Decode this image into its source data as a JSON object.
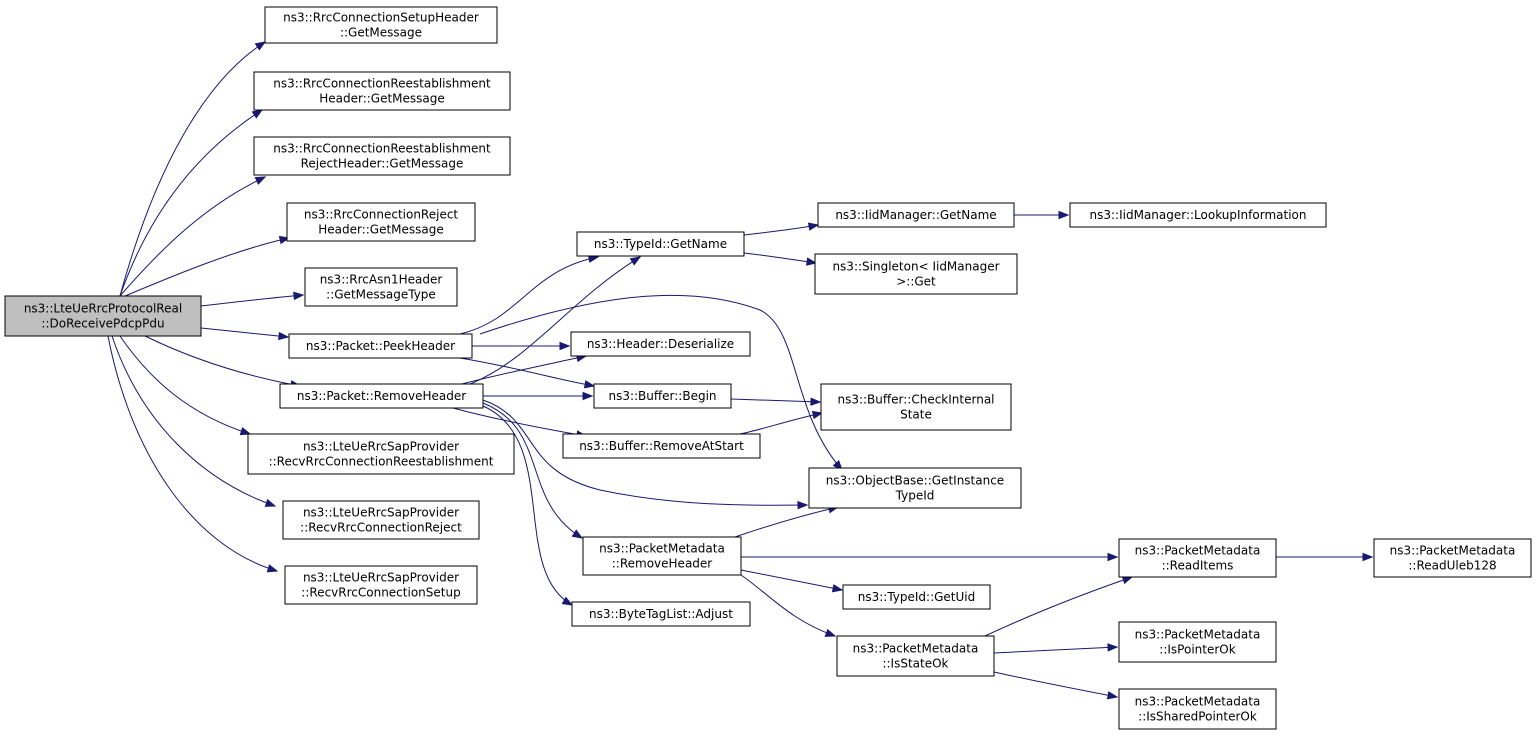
{
  "colors": {
    "edge": "#191970",
    "node_fill": "#ffffff",
    "root_fill": "#bfbfbf",
    "node_border": "#000000"
  },
  "nodes": [
    {
      "id": "root",
      "lines": [
        "ns3::LteUeRrcProtocolReal",
        "::DoReceivePdcpPdu"
      ],
      "highlight": true
    },
    {
      "id": "setup_hdr",
      "lines": [
        "ns3::RrcConnectionSetupHeader",
        "::GetMessage"
      ]
    },
    {
      "id": "reest_hdr",
      "lines": [
        "ns3::RrcConnectionReestablishment",
        "Header::GetMessage"
      ]
    },
    {
      "id": "reest_rej_hdr",
      "lines": [
        "ns3::RrcConnectionReestablishment",
        "RejectHeader::GetMessage"
      ]
    },
    {
      "id": "reject_hdr",
      "lines": [
        "ns3::RrcConnectionReject",
        "Header::GetMessage"
      ]
    },
    {
      "id": "asn1_type",
      "lines": [
        "ns3::RrcAsn1Header",
        "::GetMessageType"
      ]
    },
    {
      "id": "peek_header",
      "lines": [
        "ns3::Packet::PeekHeader"
      ]
    },
    {
      "id": "remove_header",
      "lines": [
        "ns3::Packet::RemoveHeader"
      ]
    },
    {
      "id": "sap_reest",
      "lines": [
        "ns3::LteUeRrcSapProvider",
        "::RecvRrcConnectionReestablishment"
      ]
    },
    {
      "id": "sap_reject",
      "lines": [
        "ns3::LteUeRrcSapProvider",
        "::RecvRrcConnectionReject"
      ]
    },
    {
      "id": "sap_setup",
      "lines": [
        "ns3::LteUeRrcSapProvider",
        "::RecvRrcConnectionSetup"
      ]
    },
    {
      "id": "typeid_getname",
      "lines": [
        "ns3::TypeId::GetName"
      ]
    },
    {
      "id": "header_deser",
      "lines": [
        "ns3::Header::Deserialize"
      ]
    },
    {
      "id": "buffer_begin",
      "lines": [
        "ns3::Buffer::Begin"
      ]
    },
    {
      "id": "buffer_removeatstart",
      "lines": [
        "ns3::Buffer::RemoveAtStart"
      ]
    },
    {
      "id": "pm_removeheader",
      "lines": [
        "ns3::PacketMetadata",
        "::RemoveHeader"
      ]
    },
    {
      "id": "bytetag_adjust",
      "lines": [
        "ns3::ByteTagList::Adjust"
      ]
    },
    {
      "id": "iid_getname",
      "lines": [
        "ns3::IidManager::GetName"
      ]
    },
    {
      "id": "singleton_get",
      "lines": [
        "ns3::Singleton< IidManager",
        ">::Get"
      ]
    },
    {
      "id": "buffer_check",
      "lines": [
        "ns3::Buffer::CheckInternal",
        "State"
      ]
    },
    {
      "id": "objbase_getinst",
      "lines": [
        "ns3::ObjectBase::GetInstance",
        "TypeId"
      ]
    },
    {
      "id": "typeid_getuid",
      "lines": [
        "ns3::TypeId::GetUid"
      ]
    },
    {
      "id": "pm_isstateok",
      "lines": [
        "ns3::PacketMetadata",
        "::IsStateOk"
      ]
    },
    {
      "id": "iid_lookup",
      "lines": [
        "ns3::IidManager::LookupInformation"
      ]
    },
    {
      "id": "pm_readitems",
      "lines": [
        "ns3::PacketMetadata",
        "::ReadItems"
      ]
    },
    {
      "id": "pm_ispointerok",
      "lines": [
        "ns3::PacketMetadata",
        "::IsPointerOk"
      ]
    },
    {
      "id": "pm_issharedptrok",
      "lines": [
        "ns3::PacketMetadata",
        "::IsSharedPointerOk"
      ]
    },
    {
      "id": "pm_readuleb",
      "lines": [
        "ns3::PacketMetadata",
        "::ReadUleb128"
      ]
    }
  ],
  "edges": [
    {
      "from": "root",
      "to": "setup_hdr"
    },
    {
      "from": "root",
      "to": "reest_hdr"
    },
    {
      "from": "root",
      "to": "reest_rej_hdr"
    },
    {
      "from": "root",
      "to": "reject_hdr"
    },
    {
      "from": "root",
      "to": "asn1_type"
    },
    {
      "from": "root",
      "to": "peek_header"
    },
    {
      "from": "root",
      "to": "remove_header"
    },
    {
      "from": "root",
      "to": "sap_reest"
    },
    {
      "from": "root",
      "to": "sap_reject"
    },
    {
      "from": "root",
      "to": "sap_setup"
    },
    {
      "from": "peek_header",
      "to": "typeid_getname"
    },
    {
      "from": "peek_header",
      "to": "header_deser"
    },
    {
      "from": "peek_header",
      "to": "buffer_begin"
    },
    {
      "from": "peek_header",
      "to": "objbase_getinst"
    },
    {
      "from": "remove_header",
      "to": "typeid_getname"
    },
    {
      "from": "remove_header",
      "to": "header_deser"
    },
    {
      "from": "remove_header",
      "to": "buffer_begin"
    },
    {
      "from": "remove_header",
      "to": "buffer_removeatstart"
    },
    {
      "from": "remove_header",
      "to": "objbase_getinst"
    },
    {
      "from": "remove_header",
      "to": "pm_removeheader"
    },
    {
      "from": "remove_header",
      "to": "bytetag_adjust"
    },
    {
      "from": "typeid_getname",
      "to": "iid_getname"
    },
    {
      "from": "typeid_getname",
      "to": "singleton_get"
    },
    {
      "from": "iid_getname",
      "to": "iid_lookup"
    },
    {
      "from": "buffer_begin",
      "to": "buffer_check"
    },
    {
      "from": "buffer_removeatstart",
      "to": "buffer_check"
    },
    {
      "from": "pm_removeheader",
      "to": "objbase_getinst"
    },
    {
      "from": "pm_removeheader",
      "to": "pm_readitems"
    },
    {
      "from": "pm_removeheader",
      "to": "typeid_getuid"
    },
    {
      "from": "pm_removeheader",
      "to": "pm_isstateok"
    },
    {
      "from": "pm_readitems",
      "to": "pm_readuleb"
    },
    {
      "from": "pm_isstateok",
      "to": "pm_readitems"
    },
    {
      "from": "pm_isstateok",
      "to": "pm_ispointerok"
    },
    {
      "from": "pm_isstateok",
      "to": "pm_issharedptrok"
    }
  ]
}
